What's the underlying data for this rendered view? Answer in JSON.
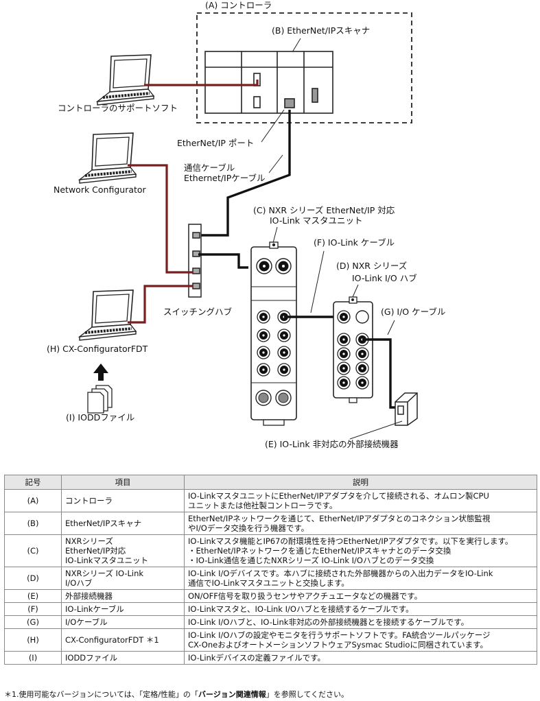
{
  "diagram": {
    "labels": {
      "controller": "(A) コントローラ",
      "scanner": "(B) EtherNet/IPスキャナ",
      "support_soft": "コントローラのサポートソフト",
      "ethernet_port": "EtherNet/IP ポート",
      "cable_line1": "通信ケーブル",
      "cable_line2": "Ethernet/IPケーブル",
      "network_configurator": "Network Configurator",
      "master_line1": "(C) NXR シリーズ EtherNet/IP 対応",
      "master_line2": "IO-Link マスタユニット",
      "iolink_cable": "(F) IO-Link ケーブル",
      "hub_line1": "(D) NXR シリーズ",
      "hub_line2": "IO-Link I/O ハブ",
      "io_cable": "(G) I/O ケーブル",
      "switching_hub": "スイッチングハブ",
      "cx_configurator": "(H) CX-ConfiguratorFDT",
      "iodd_file": "(I) IODDファイル",
      "external_device": "(E) IO-Link 非対応の外部接続機器"
    }
  },
  "table": {
    "headers": [
      "記号",
      "項目",
      "説明"
    ],
    "rows": [
      {
        "code": "(A)",
        "item": "コントローラ",
        "desc": "IO-LinkマスタユニットにEtherNet/IPアダプタを介して接続される、オムロン製CPU\nユニットまたは他社製コントローラです。"
      },
      {
        "code": "(B)",
        "item": "EtherNet/IPスキャナ",
        "desc": "EtherNet/IPネットワークを通じて、EtherNet/IPアダプタとのコネクション状態監視\nやI/Oデータ交換を行う機器です。"
      },
      {
        "code": "(C)",
        "item": "NXRシリーズ\nEtherNet/IP対応\nIO-Linkマスタユニット",
        "desc": "IO-Linkマスタ機能とIP67の耐環境性を持つEtherNet/IPアダプタです。以下を実行します。\n・EtherNet/IPネットワークを通じたEtherNet/IPスキャナとのデータ交換\n・IO-Link通信を通じたNXRシリーズ IO-Link I/Oハブとのデータ交換"
      },
      {
        "code": "(D)",
        "item": "NXRシリーズ IO-Link\nI/Oハブ",
        "desc": "IO-Link I/Oデバイスです。本ハブに接続された外部機器からの入出力データをIO-Link\n通信でIO-Linkマスタユニットと交換します。"
      },
      {
        "code": "(E)",
        "item": "外部接続機器",
        "desc": "ON/OFF信号を取り扱うセンサやアクチュエータなどの機器です。"
      },
      {
        "code": "(F)",
        "item": "IO-Linkケーブル",
        "desc": "IO-Linkマスタと、IO-Link I/Oハブとを接続するケーブルです。"
      },
      {
        "code": "(G)",
        "item": "I/Oケーブル",
        "desc": "IO-Link I/Oハブと、IO-Link非対応の外部接続機器とを接続するケーブルです。"
      },
      {
        "code": "(H)",
        "item": "CX-ConfiguratorFDT ＊1",
        "desc": "IO-Link I/Oハブの設定やモニタを行うサポートソフトです。FA統合ツールパッケージ\nCX-OneおよびオートメーションソフトウェアSysmac Studioに同梱されています。"
      },
      {
        "code": "(I)",
        "item": "IODDファイル",
        "desc": "IO-Linkデバイスの定義ファイルです。"
      }
    ]
  },
  "footnote": {
    "prefix": "＊1.使用可能なバージョンについては、「定格/性能」の「",
    "bold": "バージョン関連情報",
    "suffix": "」を参照してください。"
  }
}
